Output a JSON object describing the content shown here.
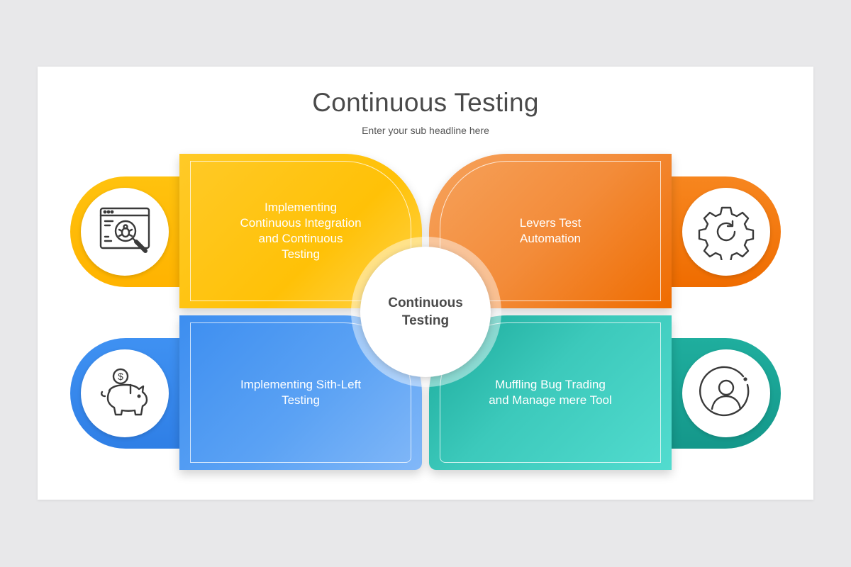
{
  "title": "Continuous Testing",
  "subtitle": "Enter your sub headline here",
  "center": {
    "label": "Continuous\nTesting"
  },
  "items": [
    {
      "text": "Implementing\nContinuous Integration\nand Continuous\nTesting",
      "icon": "bug-search-icon",
      "color": "#ffc107"
    },
    {
      "text": "Levers Test\nAutomation",
      "icon": "gear-refresh-icon",
      "color": "#f57c1f"
    },
    {
      "text": "Implementing Sith-Left\nTesting",
      "icon": "piggy-bank-icon",
      "color": "#3d8ef0"
    },
    {
      "text": "Muffling Bug Trading\nand Manage mere Tool",
      "icon": "user-icon",
      "color": "#1fa899"
    }
  ],
  "colors": {
    "yellow": "#ffc107",
    "orange": "#f57c1f",
    "blue": "#3d8ef0",
    "teal": "#1fa899"
  }
}
